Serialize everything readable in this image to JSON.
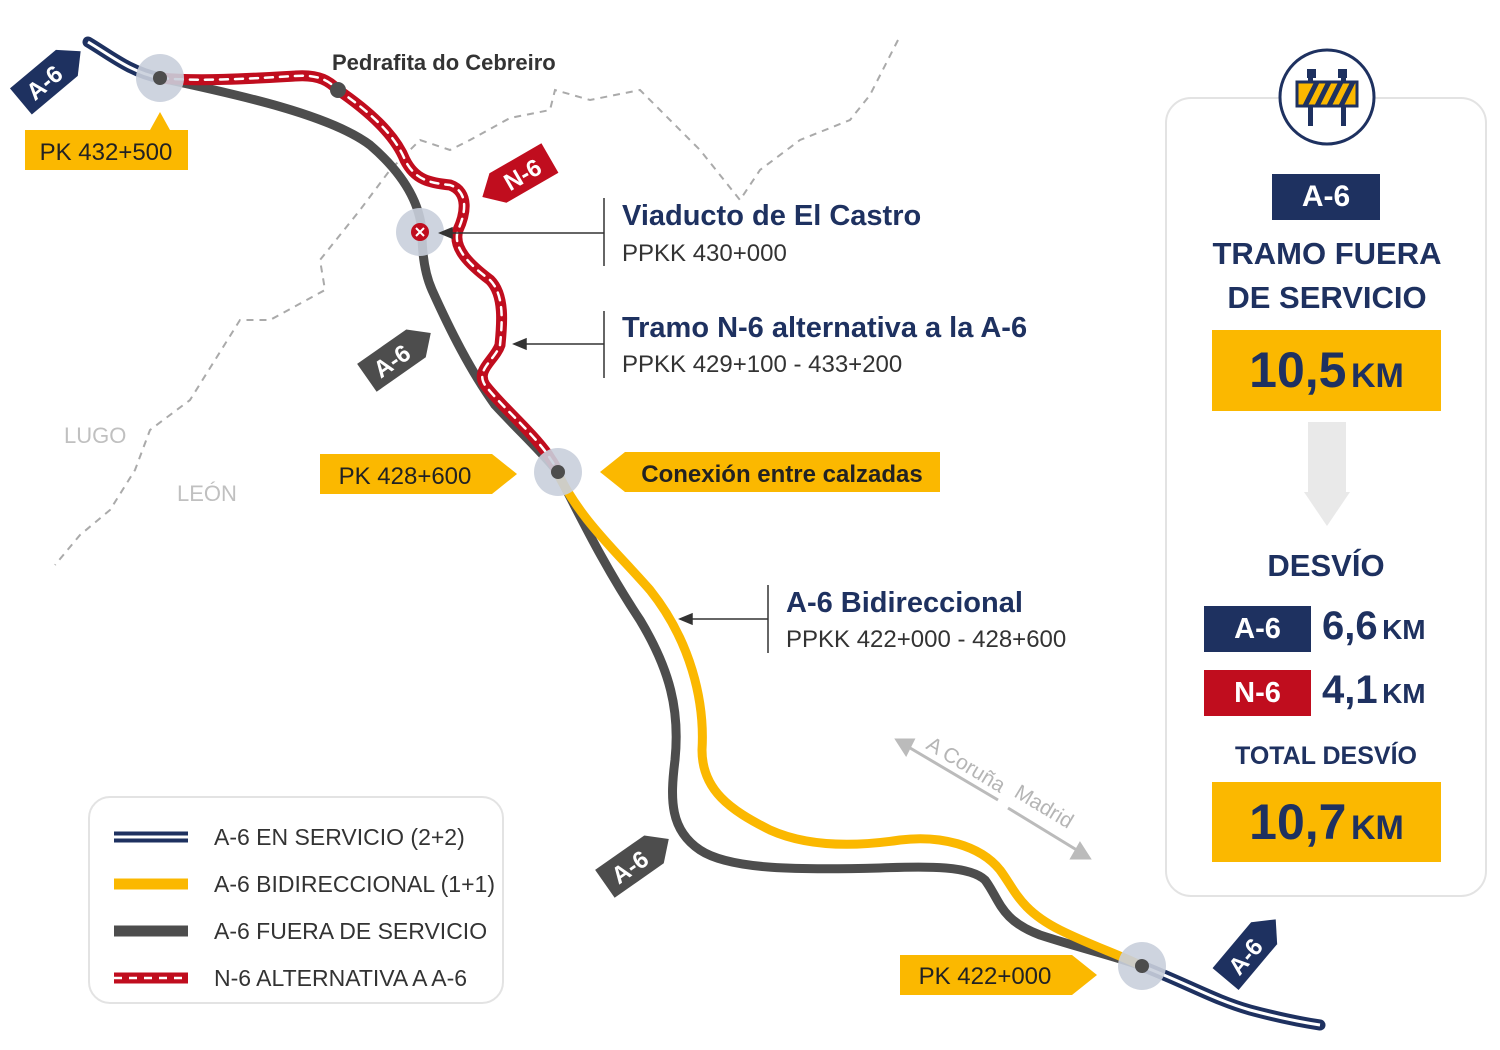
{
  "map": {
    "place_label": "Pedrafita do Cebreiro",
    "region_labels": [
      "LUGO",
      "LEÓN"
    ],
    "road_shields": [
      {
        "id": "a6-nw",
        "text": "A-6"
      },
      {
        "id": "n6",
        "text": "N-6"
      },
      {
        "id": "a6-mid",
        "text": "A-6"
      },
      {
        "id": "a6-sw",
        "text": "A-6"
      },
      {
        "id": "a6-se",
        "text": "A-6"
      }
    ],
    "pk_tags": {
      "nw": "PK 432+500",
      "mid": "PK 428+600",
      "se": "PK 422+000"
    },
    "connection_label": "Conexión entre calzadas",
    "direction_labels": {
      "a_coruna": "A Coruña",
      "madrid": "Madrid"
    },
    "callouts": [
      {
        "title": "Viaducto de El Castro",
        "sub": "PPKK 430+000"
      },
      {
        "title": "Tramo N-6 alternativa a la A-6",
        "sub": "PPKK 429+100 - 433+200"
      },
      {
        "title": "A-6 Bidireccional",
        "sub": "PPKK 422+000 - 428+600"
      }
    ]
  },
  "legend": {
    "items": [
      {
        "label": "A-6 EN SERVICIO (2+2)"
      },
      {
        "label": "A-6 BIDIRECCIONAL (1+1)"
      },
      {
        "label": "A-6 FUERA DE SERVICIO"
      },
      {
        "label": "N-6 ALTERNATIVA A A-6"
      }
    ]
  },
  "panel": {
    "icon": "road-barrier-icon",
    "road_badge": "A-6",
    "title": "TRAMO FUERA DE SERVICIO",
    "closed_length": {
      "value": "10,5",
      "unit": "KM"
    },
    "detour_title": "DESVÍO",
    "detours": [
      {
        "road": "A-6",
        "value": "6,6",
        "unit": "KM"
      },
      {
        "road": "N-6",
        "value": "4,1",
        "unit": "KM"
      }
    ],
    "total_title": "TOTAL DESVÍO",
    "total_length": {
      "value": "10,7",
      "unit": "KM"
    }
  },
  "colors": {
    "navy": "#1e3160",
    "red": "#c00d1e",
    "yellow": "#fbb800",
    "dark_gray": "#4d4d4d",
    "light_gray": "#c9cfdb",
    "border_gray": "#aaaaaa"
  }
}
